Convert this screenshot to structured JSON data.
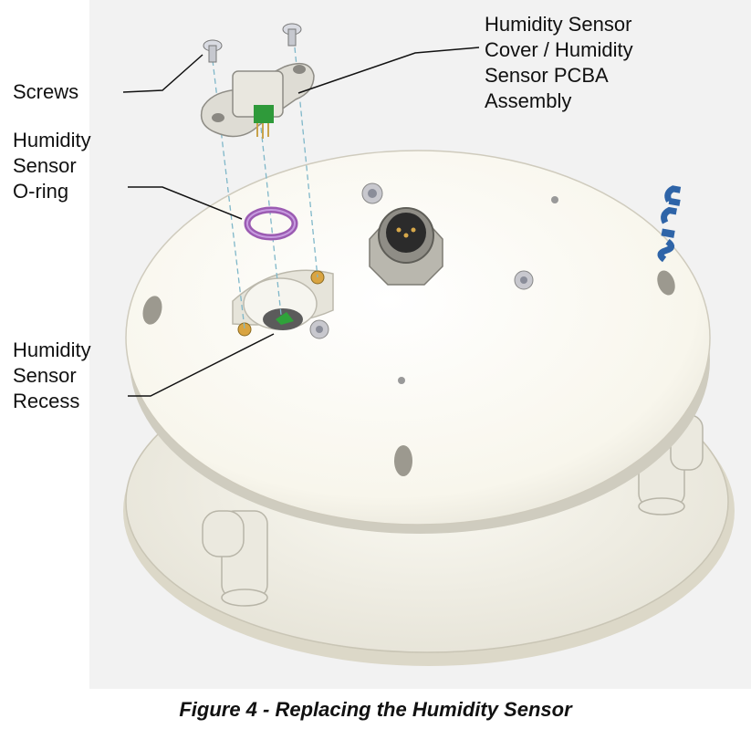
{
  "labels": {
    "screws": "Screws",
    "cover_assembly": "Humidity Sensor\nCover / Humidity\nSensor PCBA\nAssembly",
    "oring": "Humidity\nSensor\nO-ring",
    "recess": "Humidity\nSensor\nRecess"
  },
  "caption": "Figure 4 - Replacing the Humidity Sensor"
}
